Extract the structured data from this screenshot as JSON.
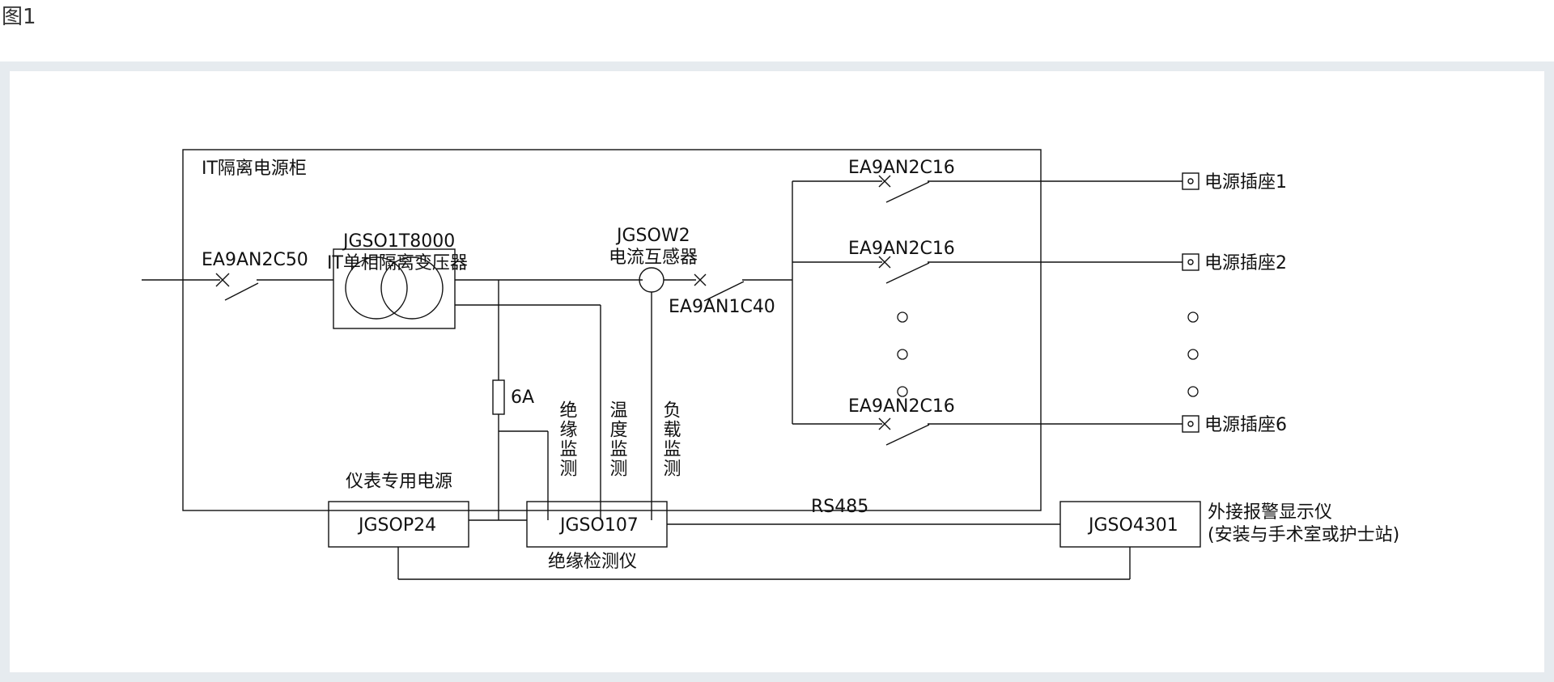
{
  "figure_label": "图1",
  "diagram": {
    "cabinet_title": "IT隔离电源柜",
    "transformer_model": "JGSO1T8000",
    "transformer_name": "IT单相隔离变压器",
    "input_breaker": "EA9AN2C50",
    "ct_model": "JGSOW2",
    "ct_name": "电流互感器",
    "main_breaker": "EA9AN1C40",
    "fuse": "6A",
    "monitor_insulation": "绝缘监测",
    "monitor_temperature": "温度监测",
    "monitor_load": "负载监测",
    "psu_caption": "仪表专用电源",
    "psu_model": "JGSOP24",
    "detector_model": "JGSO107",
    "detector_caption": "绝缘检测仪",
    "bus": "RS485",
    "alarm_model": "JGSO4301",
    "alarm_caption_line1": "外接报警显示仪",
    "alarm_caption_line2": "(安装与手术室或护士站)",
    "branch_breakers": [
      "EA9AN2C16",
      "EA9AN2C16",
      "EA9AN2C16"
    ],
    "sockets": [
      "电源插座1",
      "电源插座2",
      "电源插座6"
    ]
  }
}
